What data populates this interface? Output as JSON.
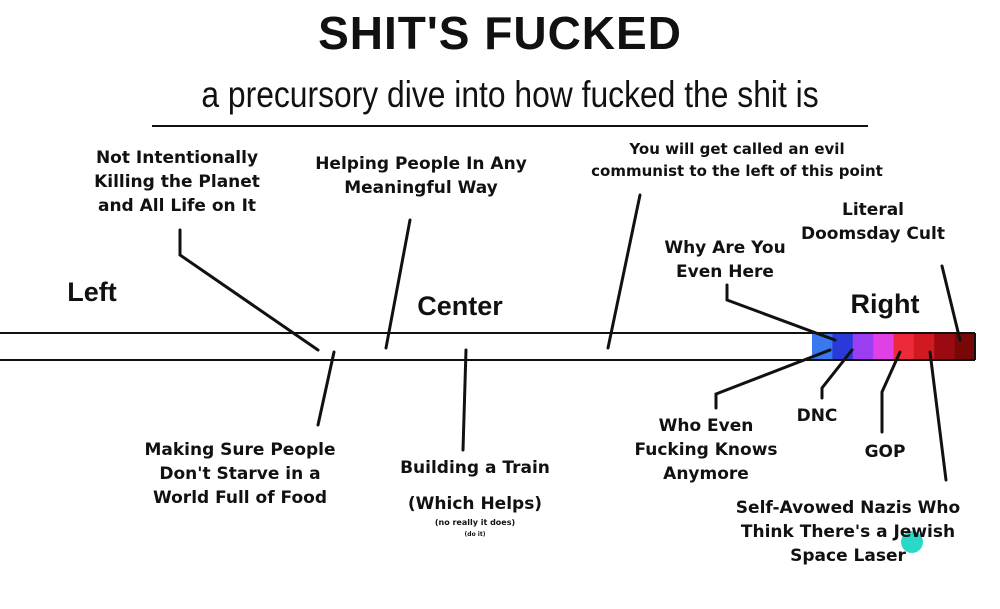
{
  "title": "SHIT'S FUCKED",
  "subtitle": "a precursory dive into how fucked the shit is",
  "axis": {
    "left": "Left",
    "center": "Center",
    "right": "Right"
  },
  "labels_above": {
    "not_killing": "Not Intentionally\nKilling the Planet\nand All Life on It",
    "helping": "Helping People In Any\nMeaningful Way",
    "communist": "You will get called an evil\ncommunist to the left of this point",
    "why_here": "Why Are You\nEven Here",
    "doomsday": "Literal\nDoomsday Cult"
  },
  "labels_below": {
    "starve": "Making Sure People\nDon't Starve in a\nWorld Full of Food",
    "train": "Building a Train",
    "train_helps": "(Which Helps)",
    "train_note": "(no really it does)",
    "train_note2": "(do it)",
    "who_knows": "Who Even\nFucking Knows\nAnymore",
    "dnc": "DNC",
    "gop": "GOP",
    "nazis": "Self-Avowed Nazis Who\nThink There's a Jewish\nSpace Laser"
  },
  "spectrum_colors": [
    "#3a78f0",
    "#2a3ad8",
    "#9b3df0",
    "#e040e6",
    "#ee2a3a",
    "#d01a20",
    "#9a0a10",
    "#780808"
  ],
  "accent_dot": "#2ad8c8"
}
